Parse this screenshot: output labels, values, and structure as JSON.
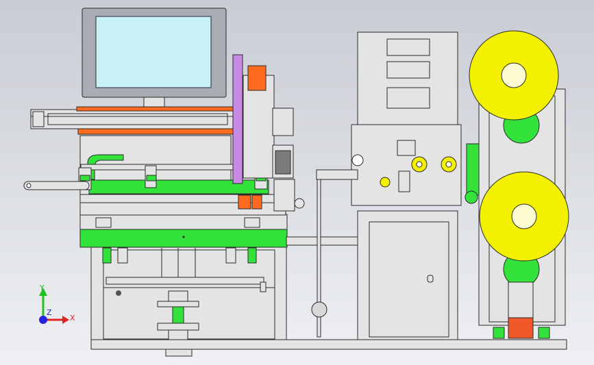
{
  "viewport": {
    "background": "#c9ccd3",
    "background_bottom": "#eef0f3"
  },
  "colors": {
    "frame": "#e4e4e4",
    "outline": "#2a2a2a",
    "green": "#33e23a",
    "yellow": "#f3f000",
    "orange": "#ff6a1f",
    "screen": "#c9f1f8",
    "purple": "#c98ae6",
    "gray": "#a9acb3",
    "red": "#f05a2a"
  },
  "triad": {
    "y_label": "Y",
    "x_label": "X",
    "z_label": "Z",
    "y_color": "#1fc31f",
    "x_color": "#e02424",
    "z_color": "#2424e0"
  },
  "components": [
    "monitor",
    "gantry-rail",
    "upper-frame",
    "conveyor-section",
    "green-base-plate",
    "lower-frame",
    "floor-rail",
    "label-printer",
    "printer-cabinet",
    "dancer-rod",
    "upper-yellow-reel",
    "lower-yellow-reel",
    "drive-motor"
  ]
}
